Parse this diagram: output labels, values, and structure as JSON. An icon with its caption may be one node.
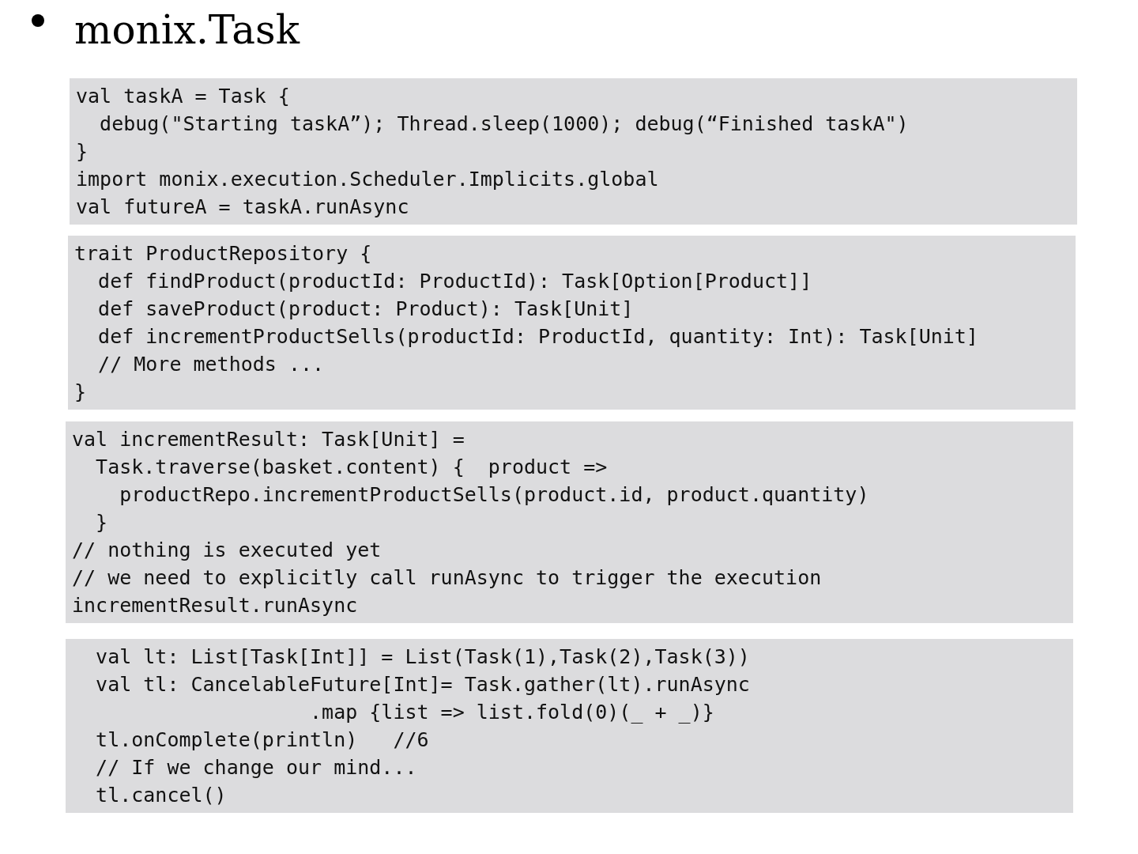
{
  "diagram": {
    "title": "monix.Task",
    "nodes": [
      {
        "text": [
          "val taskA = Task {",
          "  debug(\"Starting taskA”); Thread.sleep(1000); debug(“Finished taskA\")",
          "}",
          "import monix.execution.Scheduler.Implicits.global",
          "val futureA = taskA.runAsync"
        ]
      },
      {
        "text": [
          "trait ProductRepository {",
          "  def findProduct(productId: ProductId): Task[Option[Product]]",
          "  def saveProduct(product: Product): Task[Unit]",
          "  def incrementProductSells(productId: ProductId, quantity: Int): Task[Unit]",
          "  // More methods ...",
          "}"
        ]
      },
      {
        "text": [
          "val incrementResult: Task[Unit] =",
          "  Task.traverse(basket.content) {  product =>",
          "    productRepo.incrementProductSells(product.id, product.quantity)",
          "  }",
          "// nothing is executed yet",
          "// we need to explicitly call runAsync to trigger the execution",
          "incrementResult.runAsync"
        ]
      },
      {
        "text": [
          "  val lt: List[Task[Int]] = List(Task(1),Task(2),Task(3))",
          "  val tl: CancelableFuture[Int]= Task.gather(lt).runAsync",
          "                    .map {list => list.fold(0)(_ + _)}",
          "  tl.onComplete(println)   //6",
          "  // If we change our mind...",
          "  tl.cancel()"
        ]
      }
    ]
  }
}
